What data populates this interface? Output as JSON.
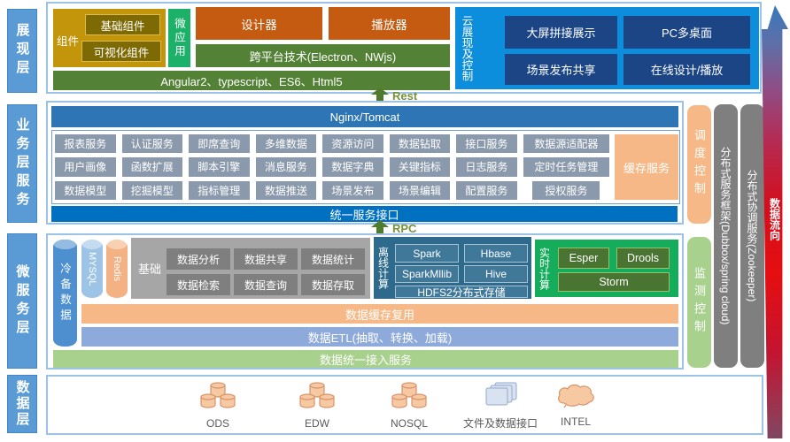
{
  "sidebar": [
    {
      "label": "展现层"
    },
    {
      "label": "业务层服务"
    },
    {
      "label": "微服务层"
    },
    {
      "label": "数据层"
    }
  ],
  "presentation": {
    "component_group": {
      "label": "组件",
      "items": [
        "基础组件",
        "可视化组件"
      ]
    },
    "micro_app": "微应用",
    "designer": "设计器",
    "player": "播放器",
    "cross_platform": "跨平台技术(Electron、NWjs)",
    "frontend_stack": "Angular2、typescript、ES6、Html5",
    "cloud_box": {
      "label": "云展现及控制",
      "items": [
        "大屏拼接展示",
        "PC多桌面",
        "场景发布共享",
        "在线设计/播放"
      ]
    }
  },
  "arrows": {
    "rest": "Rest",
    "rpc": "RPC",
    "data_flow": "数据流向"
  },
  "business": {
    "gateway": "Nginx/Tomcat",
    "services": [
      [
        "报表服务",
        "认证服务",
        "即席查询",
        "多维数据",
        "资源访问",
        "数据钻取",
        "接口服务",
        "数据源适配器"
      ],
      [
        "用户画像",
        "函数扩展",
        "脚本引擎",
        "消息服务",
        "数据字典",
        "关键指标",
        "日志服务",
        "定时任务管理"
      ],
      [
        "数据模型",
        "挖掘模型",
        "指标管理",
        "数据推送",
        "场景发布",
        "场景编辑",
        "配置服务",
        "授权服务"
      ]
    ],
    "cache": "缓存服务",
    "unified_api": "统一服务接口"
  },
  "side_bars": {
    "scheduling": "调度控制",
    "monitoring": "监测控制",
    "service_framework": "分布式服务框架(Dubbox/spring cloud)",
    "coordination": "分布式协调服务(Zookeeper)"
  },
  "micro": {
    "cold_backup": "冷备数据",
    "mysql": "MYSQL",
    "redis": "Redis",
    "base": {
      "label": "基础",
      "items": [
        [
          "数据分析",
          "数据共享",
          "数据统计"
        ],
        [
          "数据检索",
          "数据查询",
          "数据存取"
        ]
      ]
    },
    "offline": {
      "label": "离线计算",
      "items": [
        "Spark",
        "Hbase",
        "SparkMllib",
        "Hive",
        "HDFS2分布式存储"
      ]
    },
    "realtime": {
      "label": "实时计算",
      "items": [
        "Esper",
        "Drools",
        "Storm"
      ]
    },
    "cache_bar": "数据缓存复用",
    "etl_bar": "数据ETL(抽取、转换、加载)",
    "access_bar": "数据统一接入服务"
  },
  "data_layer": {
    "items": [
      {
        "label": "ODS",
        "icon": "database-cluster-icon"
      },
      {
        "label": "EDW",
        "icon": "database-cluster-icon"
      },
      {
        "label": "NOSQL",
        "icon": "database-cluster-icon"
      },
      {
        "label": "文件及数据接口",
        "icon": "files-icon"
      },
      {
        "label": "INTEL",
        "icon": "cloud-icon"
      }
    ]
  },
  "colors": {
    "sidebar_blue": "#5B9BD5",
    "gold": "#C2950B",
    "olive_dark": "#7E6A05",
    "emerald": "#1CB169",
    "orange_red": "#C55A11",
    "green_dark": "#538135",
    "azure": "#0D8EDC",
    "navy": "#1C4586",
    "bar_blue": "#2E75B6",
    "unified_blue": "#0070C0",
    "slate_gray": "#8A99AB",
    "peach": "#F6B886",
    "periwinkle": "#8EAADB",
    "light_green": "#A9D18E",
    "pill_gray": "#7F7F7F",
    "teal": "#2E6A8C",
    "bright_green": "#15AC5B",
    "flow_red": "#D40E1E"
  }
}
